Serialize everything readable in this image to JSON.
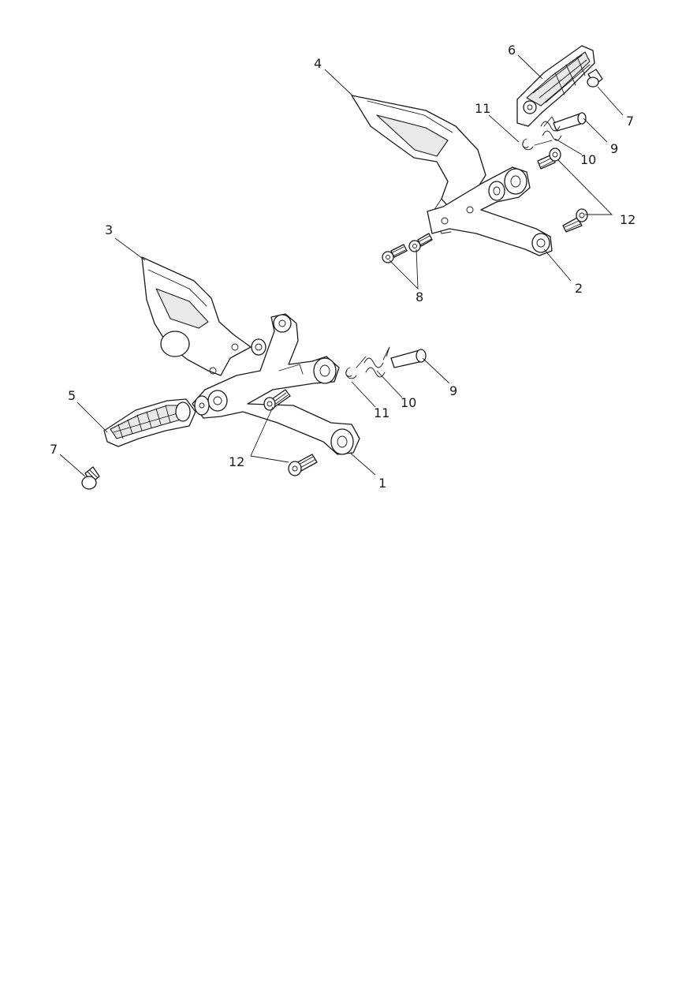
{
  "callouts": {
    "c1": "1",
    "c2": "2",
    "c3": "3",
    "c4": "4",
    "c5": "5",
    "c6": "6",
    "c7_top": "7",
    "c7_bottom": "7",
    "c8": "8",
    "c9_top": "9",
    "c9_bottom": "9",
    "c10_top": "10",
    "c10_bottom": "10",
    "c11_top": "11",
    "c11_bottom": "11",
    "c12_top": "12",
    "c12_bottom": "12"
  }
}
